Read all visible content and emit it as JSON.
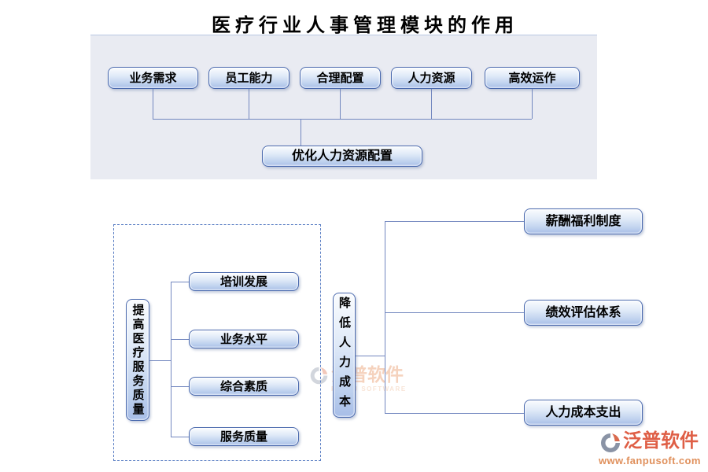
{
  "title": "医疗行业人事管理模块的作用",
  "top_section": {
    "factors": [
      "业务需求",
      "员工能力",
      "合理配置",
      "人力资源",
      "高效运作"
    ],
    "result": "优化人力资源配置"
  },
  "left_section": {
    "root": "提高医疗服务质量",
    "items": [
      "培训发展",
      "业务水平",
      "综合素质",
      "服务质量"
    ]
  },
  "right_section": {
    "root": "降低人力成本",
    "items": [
      "薪酬福利制度",
      "绩效评估体系",
      "人力成本支出"
    ]
  },
  "watermark": {
    "brand": "泛普软件",
    "subtitle": "FANPU SOFTWARE"
  },
  "footer_logo": {
    "brand": "泛普软件",
    "url": "www.fanpusoft.com"
  },
  "colors": {
    "panel_bg": "#e9ebf2",
    "box_border": "#4b6aae",
    "box_fill_top": "#fafcfe",
    "box_fill_bottom": "#a7bde7",
    "connector": "#7287bf",
    "dashed_border": "#5b7fc4",
    "brand_red": "#df5f46",
    "brand_orange": "#e0905c"
  }
}
